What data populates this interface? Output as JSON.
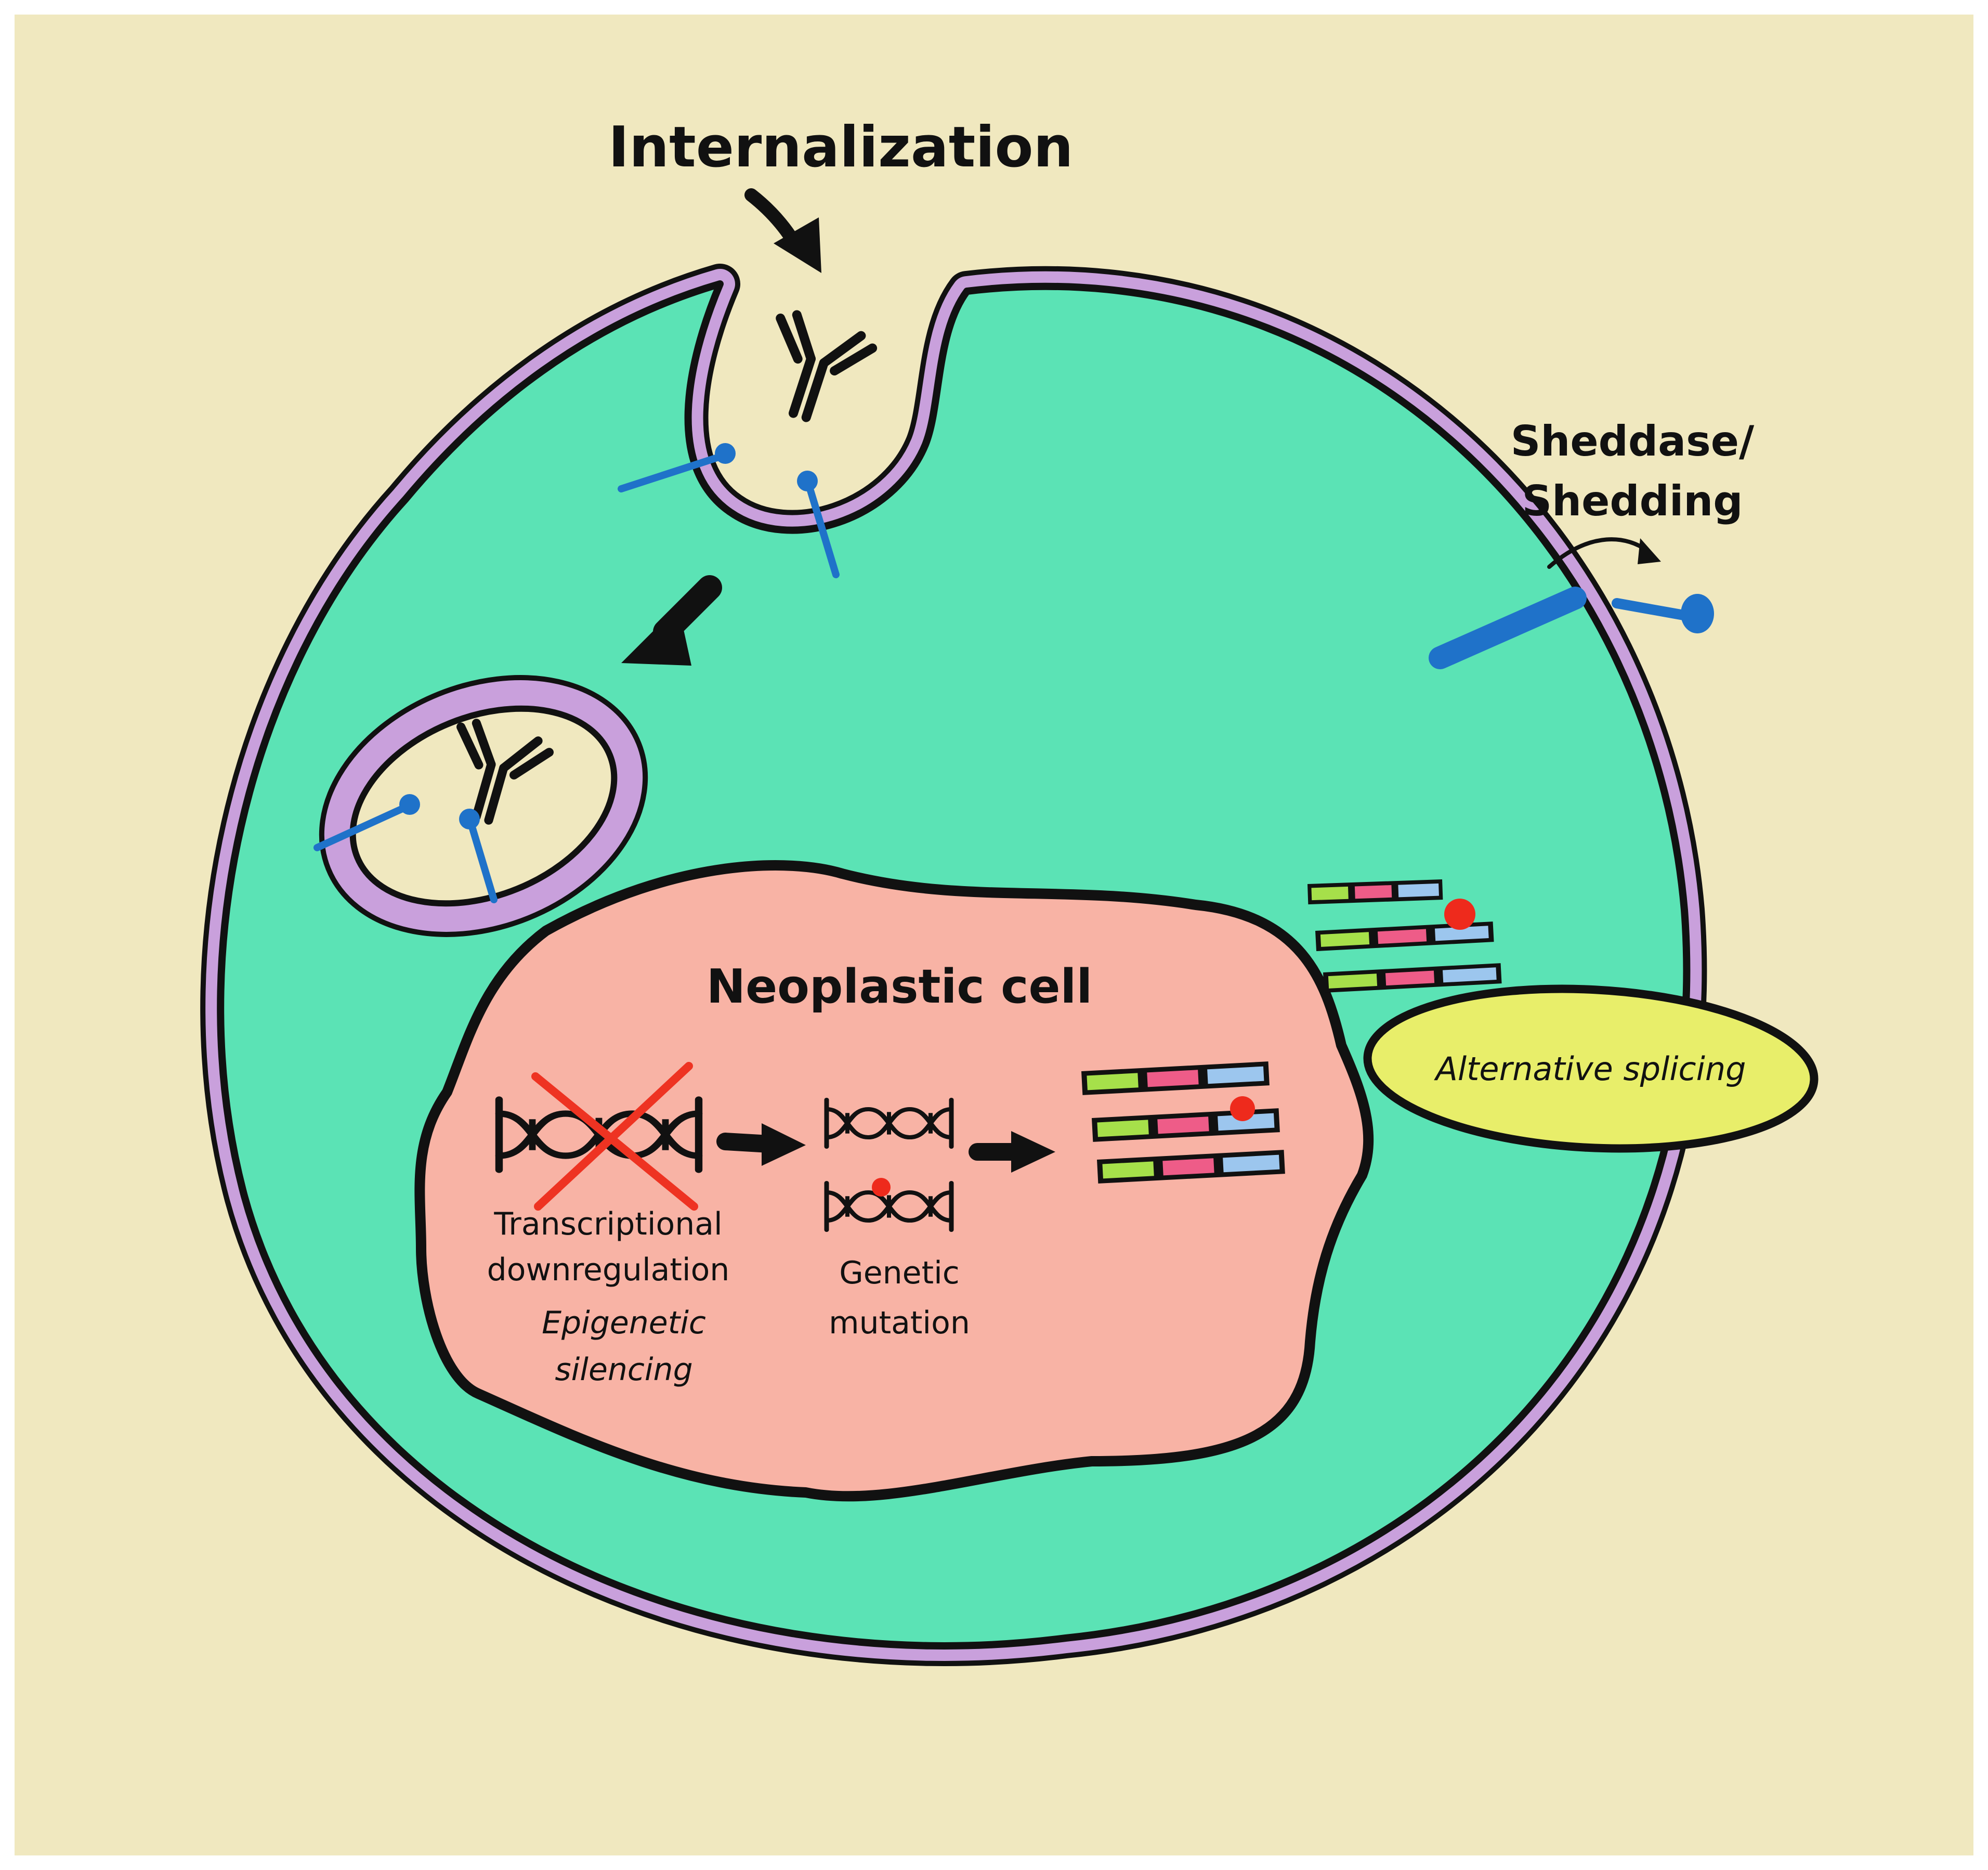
{
  "labels": {
    "internalization": "Internalization",
    "sheddase_line1": "Sheddase/",
    "sheddase_line2": "Shedding",
    "neoplastic_cell": "Neoplastic cell",
    "transcriptional_line1": "Transcriptional",
    "transcriptional_line2": "downregulation",
    "epigenetic_line1": "Epigenetic",
    "epigenetic_line2": "silencing",
    "genetic_line1": "Genetic",
    "genetic_line2": "mutation",
    "alternative_splicing": "Alternative splicing"
  },
  "colors": {
    "background": "#f0e8bf",
    "cytoplasm": "#5be3b5",
    "membrane": "#c9a0dc",
    "nucleus": "#f8b3a5",
    "receptor": "#1f72c9",
    "splicing_ellipse": "#e8ee6a",
    "exon_green": "#a6e04a",
    "exon_pink": "#ee5c88",
    "exon_blue": "#9cc6ee",
    "mutation_dot": "#ee2a1c",
    "cross": "#ee3322"
  }
}
